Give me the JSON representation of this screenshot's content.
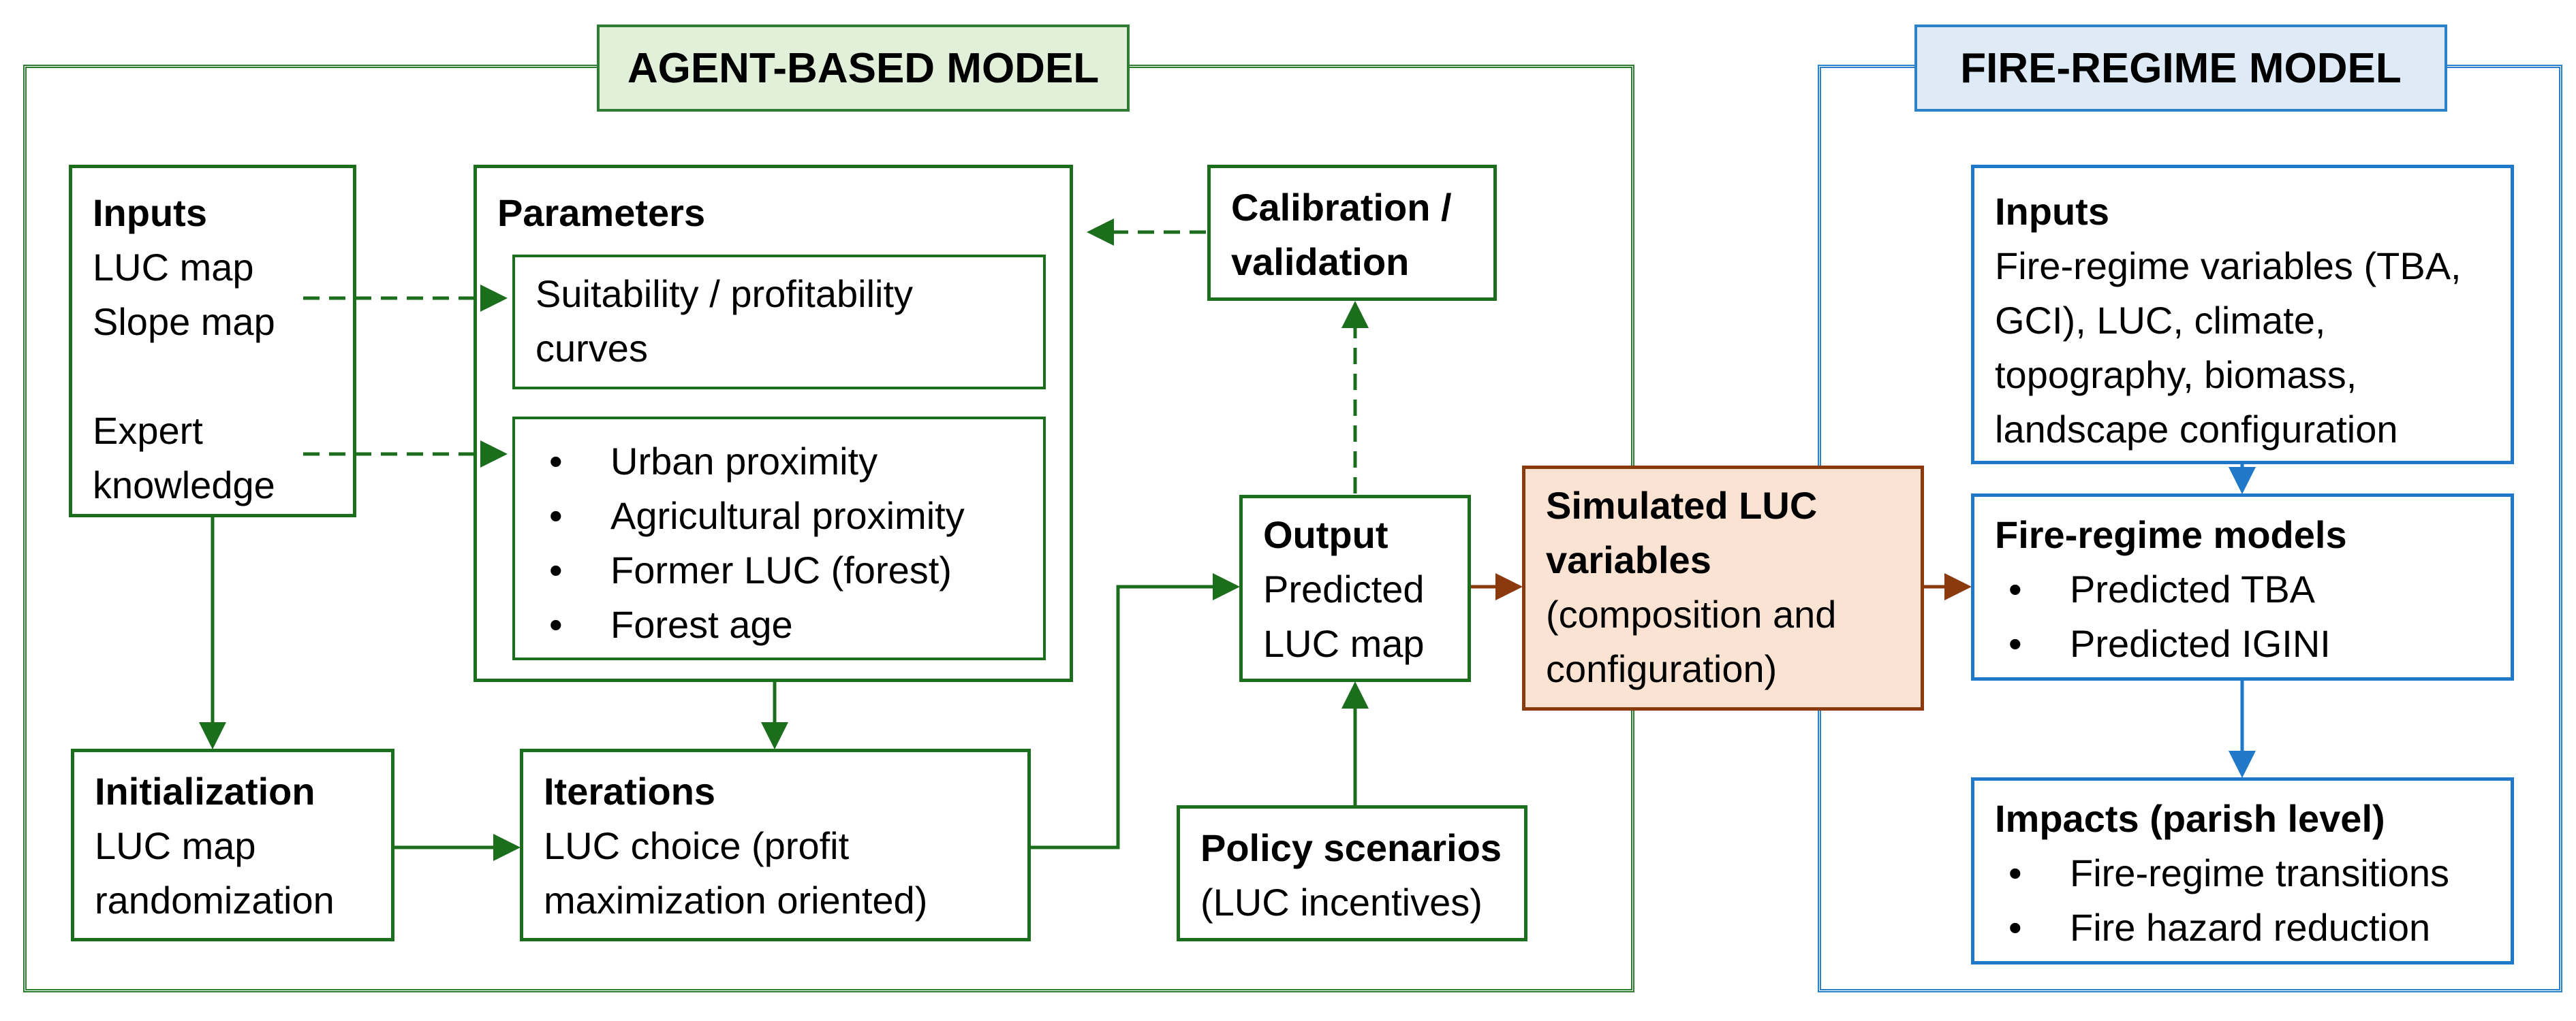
{
  "agent_model": {
    "title": "AGENT-BASED MODEL",
    "inputs": {
      "title": "Inputs",
      "lines": [
        "LUC map",
        "Slope map",
        "Expert",
        "knowledge"
      ]
    },
    "parameters": {
      "title": "Parameters",
      "curves": [
        "Suitability / profitability",
        "curves"
      ],
      "factors": [
        "Urban proximity",
        "Agricultural proximity",
        "Former LUC (forest)",
        "Forest age"
      ]
    },
    "calibration": {
      "lines": [
        "Calibration /",
        "validation"
      ]
    },
    "initialization": {
      "title": "Initialization",
      "lines": [
        "LUC map",
        "randomization"
      ]
    },
    "iterations": {
      "title": "Iterations",
      "lines": [
        "LUC choice (profit",
        "maximization oriented)"
      ]
    },
    "output": {
      "title": "Output",
      "lines": [
        "Predicted",
        "LUC map"
      ]
    },
    "policy": {
      "title": "Policy scenarios",
      "lines": [
        "(LUC incentives)"
      ]
    }
  },
  "simulated": {
    "title_lines": [
      "Simulated LUC",
      "variables"
    ],
    "lines": [
      "(composition and",
      "configuration)"
    ]
  },
  "fire_model": {
    "title": "FIRE-REGIME MODEL",
    "inputs": {
      "title": "Inputs",
      "lines": [
        "Fire-regime variables (TBA,",
        "GCI), LUC, climate,",
        "topography, biomass,",
        "landscape configuration"
      ]
    },
    "models": {
      "title": "Fire-regime models",
      "items": [
        "Predicted TBA",
        "Predicted IGINI"
      ]
    },
    "impacts": {
      "title": "Impacts (parish level)",
      "items": [
        "Fire-regime transitions",
        "Fire hazard reduction"
      ]
    }
  },
  "bullet_symbol": "•",
  "colors": {
    "green": "#1b6e1b",
    "blue": "#1f78c8",
    "brown": "#8b3a0e",
    "orange_fill": "#fbe3d3"
  }
}
